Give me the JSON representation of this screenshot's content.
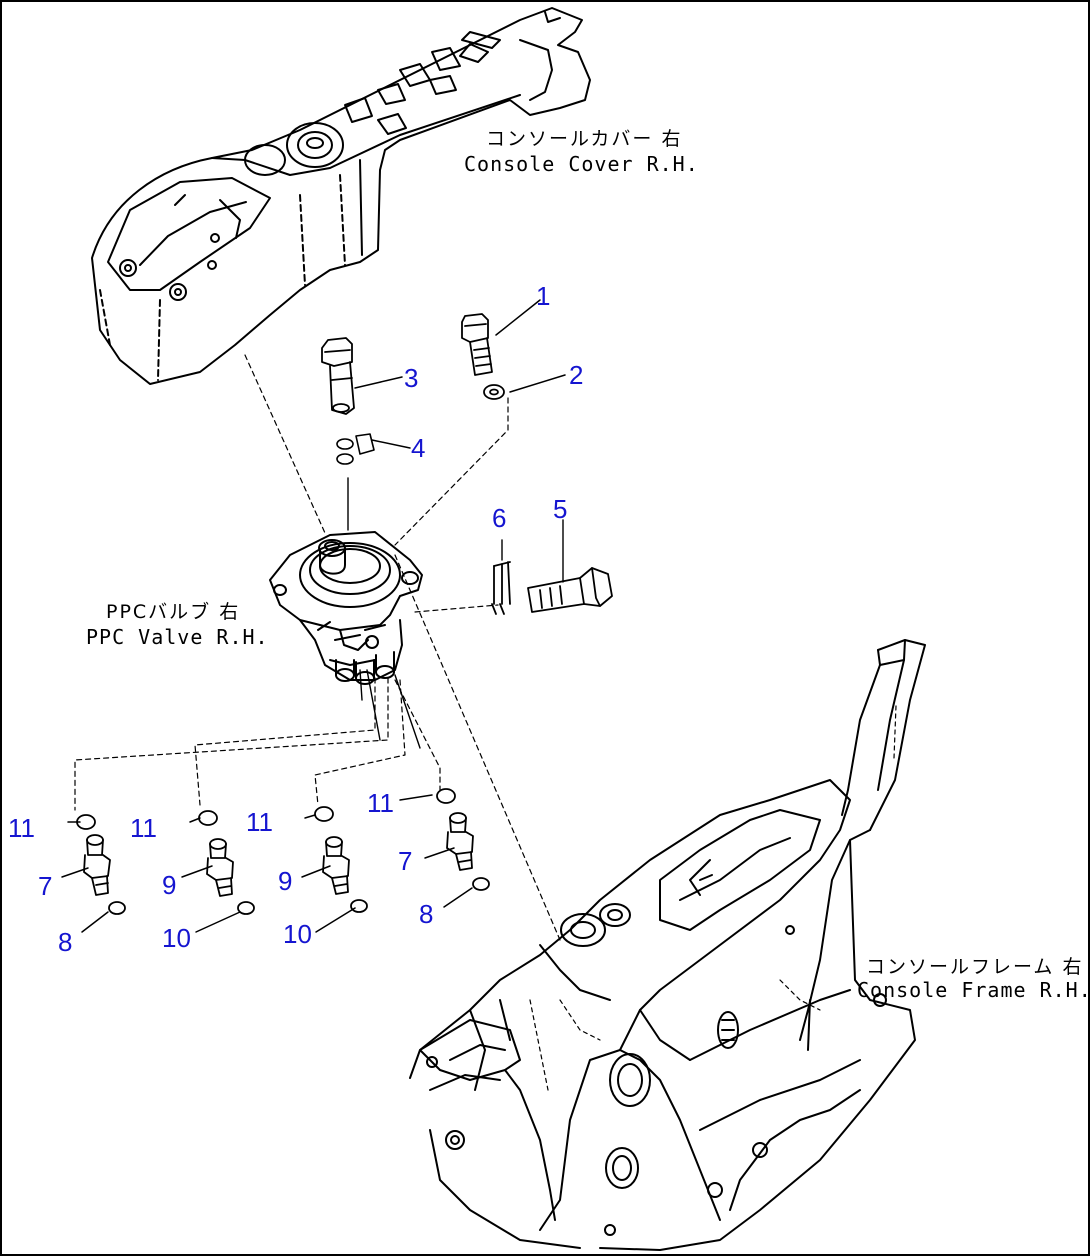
{
  "colors": {
    "callout": "#1515d0",
    "line": "#000000",
    "background": "#ffffff"
  },
  "labels": {
    "console_cover_jp": "コンソールカバー 右",
    "console_cover_en": "Console Cover R.H.",
    "ppc_valve_jp": "PPCバルブ 右",
    "ppc_valve_en": "PPC Valve R.H.",
    "console_frame_jp": "コンソールフレーム 右",
    "console_frame_en": "Console Frame R.H."
  },
  "callouts": [
    "1",
    "2",
    "3",
    "4",
    "5",
    "6",
    "11",
    "11",
    "11",
    "11",
    "7",
    "9",
    "9",
    "7",
    "8",
    "10",
    "10",
    "8"
  ]
}
